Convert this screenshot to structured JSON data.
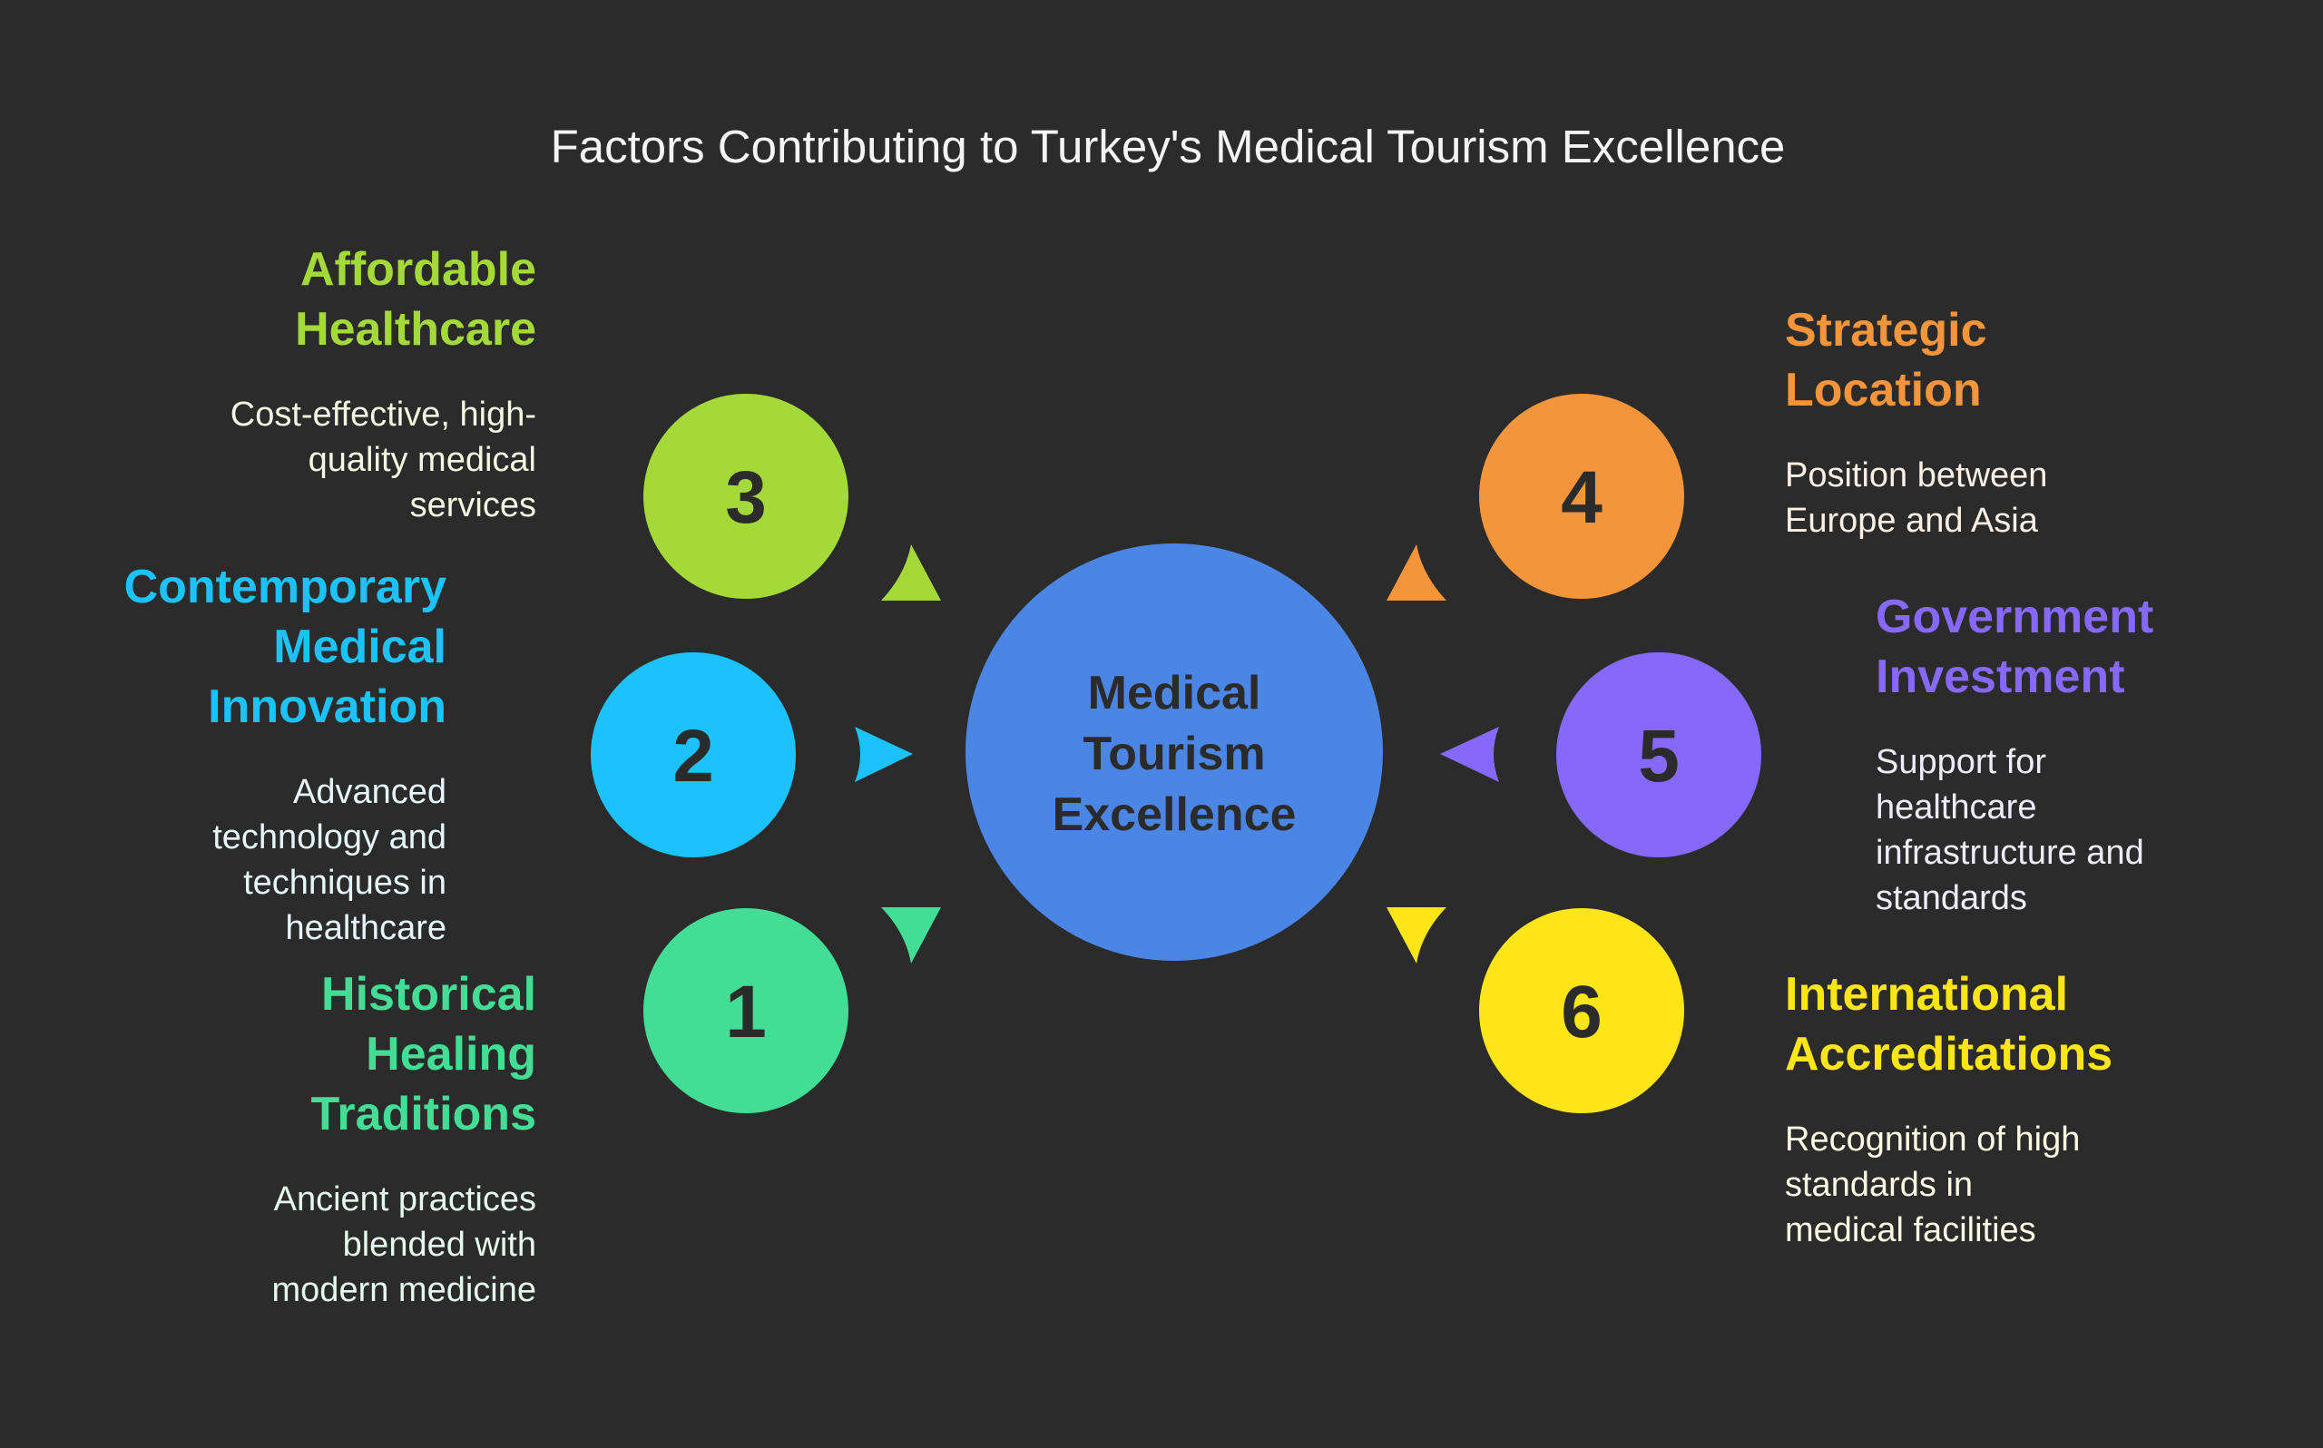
{
  "title": "Factors Contributing to Turkey's Medical Tourism Excellence",
  "center": {
    "lines": [
      "Medical",
      "Tourism",
      "Excellence"
    ],
    "color": "#4c86e4"
  },
  "factors": [
    {
      "number": "1",
      "heading_lines": [
        "Historical",
        "Healing",
        "Traditions"
      ],
      "description_lines": [
        "Ancient practices",
        "blended with",
        "modern medicine"
      ],
      "color": "#43dd95",
      "text_color": "#e6fbef",
      "side": "left",
      "arrow": "down"
    },
    {
      "number": "2",
      "heading_lines": [
        "Contemporary",
        "Medical",
        "Innovation"
      ],
      "description_lines": [
        "Advanced",
        "technology and",
        "techniques in",
        "healthcare"
      ],
      "color": "#1cc2fb",
      "text_color": "#e6f6fd",
      "side": "left",
      "arrow": "right"
    },
    {
      "number": "3",
      "heading_lines": [
        "Affordable",
        "Healthcare"
      ],
      "description_lines": [
        "Cost-effective, high-",
        "quality medical",
        "services"
      ],
      "color": "#a4d93a",
      "text_color": "#f2f8e2",
      "side": "left",
      "arrow": "up"
    },
    {
      "number": "4",
      "heading_lines": [
        "Strategic",
        "Location"
      ],
      "description_lines": [
        "Position between",
        "Europe and Asia"
      ],
      "color": "#f5953b",
      "text_color": "#fdf1e6",
      "side": "right",
      "arrow": "up"
    },
    {
      "number": "5",
      "heading_lines": [
        "Government",
        "Investment"
      ],
      "description_lines": [
        "Support for",
        "healthcare",
        "infrastructure and",
        "standards"
      ],
      "color": "#8668fa",
      "text_color": "#efebfd",
      "side": "right",
      "arrow": "left"
    },
    {
      "number": "6",
      "heading_lines": [
        "International",
        "Accreditations"
      ],
      "description_lines": [
        "Recognition of high",
        "standards in",
        "medical facilities"
      ],
      "color": "#fde517",
      "text_color": "#fdfbe3",
      "side": "right",
      "arrow": "down"
    }
  ]
}
